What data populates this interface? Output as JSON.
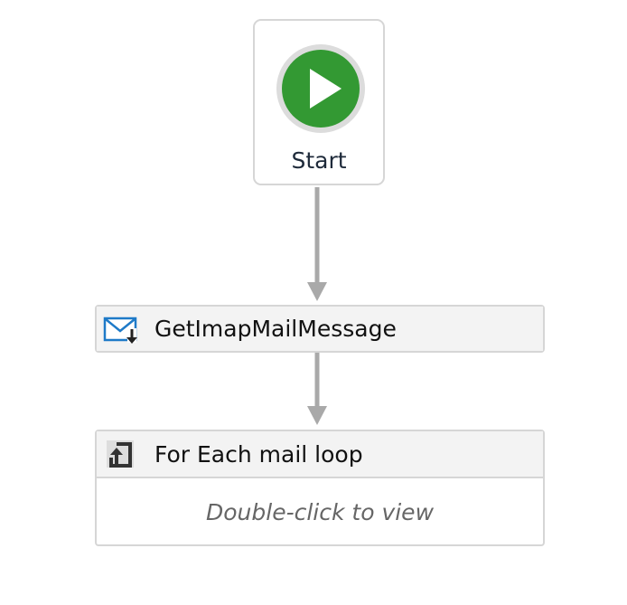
{
  "start": {
    "label": "Start",
    "icon": "play-icon",
    "color": "#339933"
  },
  "activities": [
    {
      "title": "GetImapMailMessage",
      "icon": "mail-download-icon"
    },
    {
      "title": "For Each mail loop",
      "icon": "loop-icon",
      "hint": "Double-click to view"
    }
  ]
}
